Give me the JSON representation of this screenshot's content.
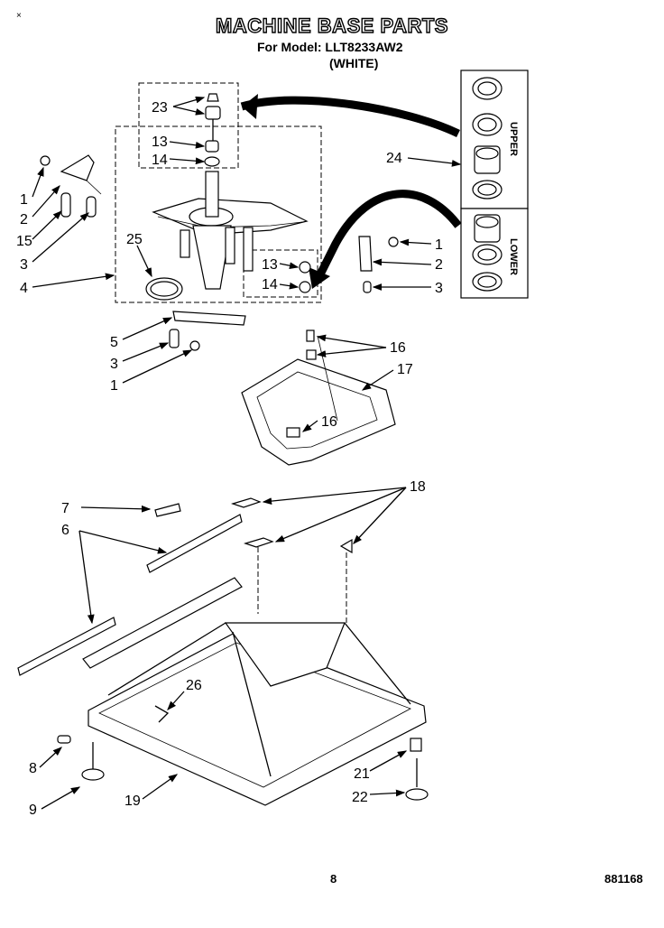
{
  "header": {
    "title": "MACHINE BASE PARTS",
    "model_line": "For Model: LLT8233AW2",
    "color_line": "(WHITE)"
  },
  "corner_mark": "×",
  "inset": {
    "upper_label": "UPPER",
    "lower_label": "LOWER"
  },
  "callouts": {
    "c23": "23",
    "c13a": "13",
    "c14a": "14",
    "c24": "24",
    "c1a": "1",
    "c2a": "2",
    "c15": "15",
    "c3a": "3",
    "c25": "25",
    "c4": "4",
    "c1b": "1",
    "c2b": "2",
    "c3b": "3",
    "c13b": "13",
    "c14b": "14",
    "c5": "5",
    "c3c": "3",
    "c1c": "1",
    "c16a": "16",
    "c16b": "16",
    "c17": "17",
    "c7": "7",
    "c6": "6",
    "c18": "18",
    "c26": "26",
    "c8": "8",
    "c9": "9",
    "c19": "19",
    "c21": "21",
    "c22": "22"
  },
  "footer": {
    "page_number": "8",
    "doc_number": "881168"
  }
}
